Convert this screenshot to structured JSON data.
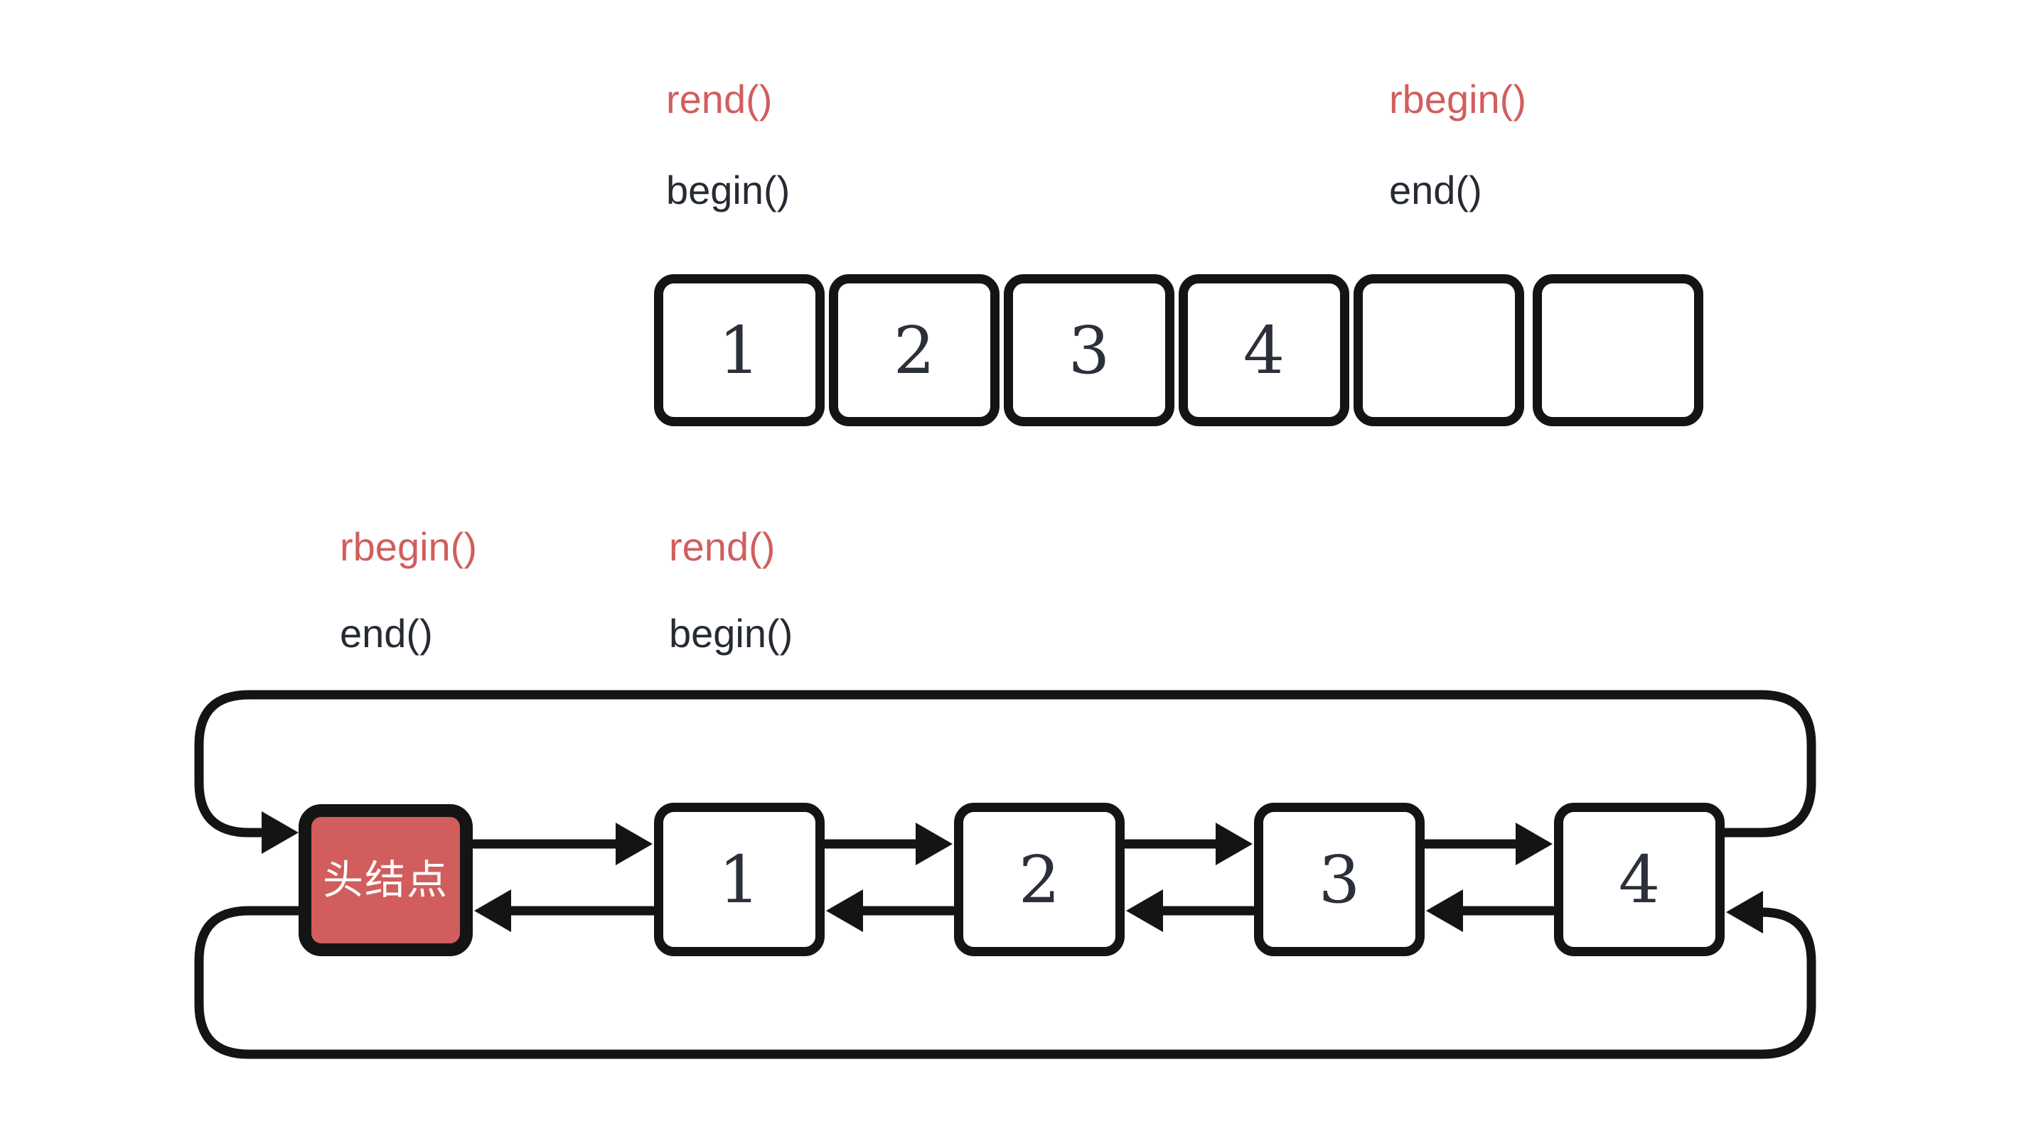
{
  "palette": {
    "accent_red": "#d15e5e",
    "node_red_fill": "#d15d5d",
    "text_dark": "#262b33",
    "line_black": "#141414"
  },
  "top": {
    "label_rend": "rend()",
    "label_begin": "begin()",
    "label_rbegin": "rbegin()",
    "label_end": "end()",
    "cells": [
      "1",
      "2",
      "3",
      "4",
      "",
      ""
    ]
  },
  "bottom": {
    "label_rbegin": "rbegin()",
    "label_end": "end()",
    "label_rend": "rend()",
    "label_begin": "begin()",
    "head_label": "头结点",
    "nodes": [
      "1",
      "2",
      "3",
      "4"
    ]
  }
}
